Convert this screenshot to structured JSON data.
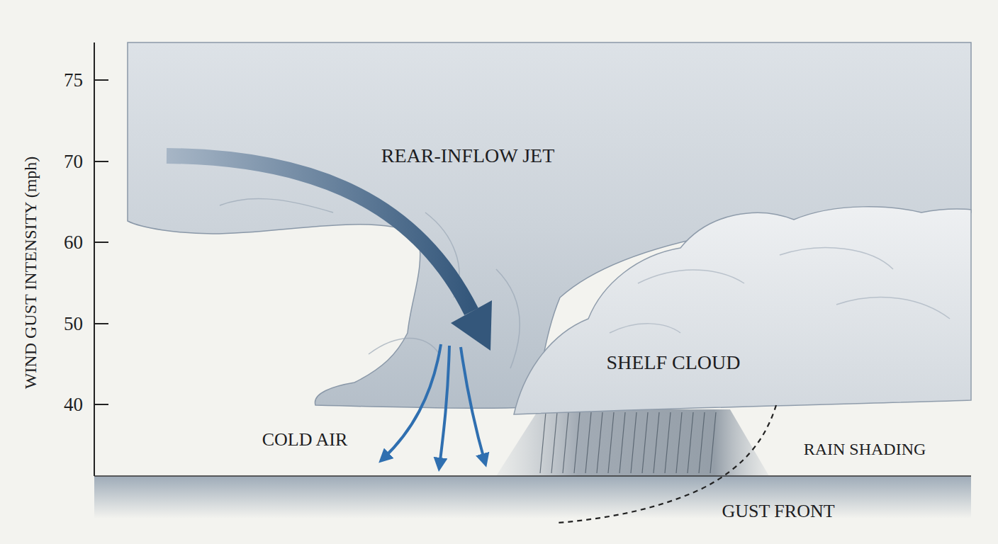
{
  "diagram": {
    "labels": [
      "75",
      "70",
      "60",
      "50",
      "40",
      "WIND GUST INTENSITY (mph)",
      "REAR-INFLOW JET",
      "SHELF CLOUD",
      "COLD AIR",
      "RAIN SHADING",
      "GUST FRONT"
    ]
  }
}
